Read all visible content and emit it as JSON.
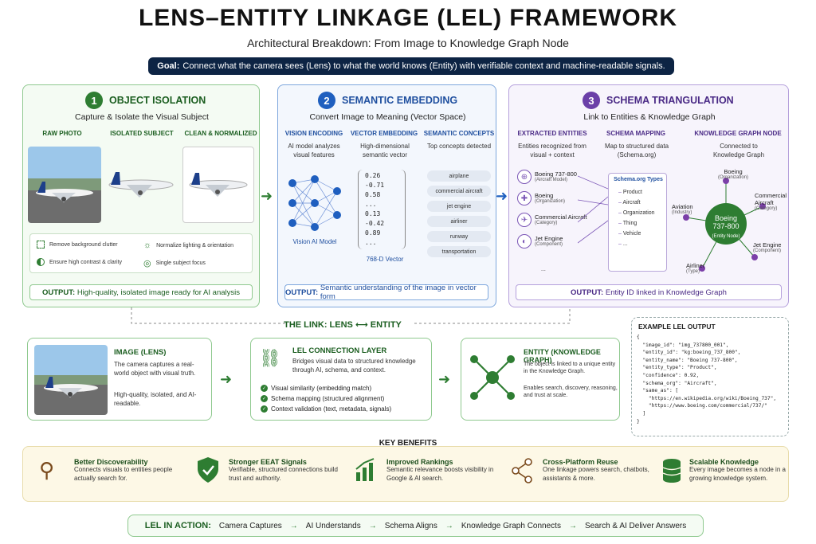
{
  "header": {
    "title": "LENS–ENTITY LINKAGE (LEL) FRAMEWORK",
    "subtitle": "Architectural Breakdown: From Image to Knowledge Graph Node",
    "goal_label": "Goal:",
    "goal_text": "Connect what the camera sees (Lens) to what the world knows (Entity) with verifiable context and machine-readable signals."
  },
  "stage1": {
    "number": "1",
    "title": "OBJECT ISOLATION",
    "subtitle": "Capture & Isolate the Visual Subject",
    "columns": [
      "RAW PHOTO",
      "ISOLATED SUBJECT",
      "CLEAN & NORMALIZED"
    ],
    "checks": [
      "Remove background clutter",
      "Normalize lighting & orientation",
      "Ensure high contrast & clarity",
      "Single subject focus"
    ],
    "output_label": "OUTPUT:",
    "output_text": "High-quality, isolated image ready for AI analysis"
  },
  "stage2": {
    "number": "2",
    "title": "SEMANTIC EMBEDDING",
    "subtitle": "Convert Image to Meaning (Vector Space)",
    "col1_title": "VISION ENCODING",
    "col1_desc": "AI model analyzes visual features",
    "col1_caption": "Vision AI Model",
    "col2_title": "VECTOR EMBEDDING",
    "col2_desc": "High-dimensional semantic vector",
    "vector": [
      "0.26",
      "-0.71",
      "0.58",
      "...",
      "0.13",
      "-0.42",
      "0.89",
      "..."
    ],
    "vector_caption": "768-D Vector",
    "col3_title": "SEMANTIC CONCEPTS",
    "col3_desc": "Top concepts detected",
    "concepts": [
      "airplane",
      "commercial aircraft",
      "jet engine",
      "airliner",
      "runway",
      "transportation"
    ],
    "output_label": "OUTPUT:",
    "output_text": "Semantic understanding of the image in vector form"
  },
  "stage3": {
    "number": "3",
    "title": "SCHEMA TRIANGULATION",
    "subtitle": "Link to Entities & Knowledge Graph",
    "col1_title": "EXTRACTED ENTITIES",
    "col1_desc": "Entities recognized from visual + context",
    "entities": [
      {
        "name": "Boeing 737-800",
        "type": "(Aircraft Model)"
      },
      {
        "name": "Boeing",
        "type": "(Organization)"
      },
      {
        "name": "Commercial Aircraft",
        "type": "(Category)"
      },
      {
        "name": "Jet Engine",
        "type": "(Component)"
      }
    ],
    "entities_more": "...",
    "col2_title": "SCHEMA MAPPING",
    "col2_desc": "Map to structured data (Schema.org)",
    "schema_box_title": "Schema.org Types",
    "schema_types": [
      "Product",
      "Aircraft",
      "Organization",
      "Thing",
      "Vehicle",
      "..."
    ],
    "col3_title": "KNOWLEDGE GRAPH NODE",
    "col3_desc": "Connected to Knowledge Graph",
    "kg_center": "Boeing 737-800",
    "kg_center_type": "(Entity Node)",
    "kg_nodes": [
      {
        "name": "Boeing",
        "type": "(Organization)"
      },
      {
        "name": "Commercial Aircraft",
        "type": "(Category)"
      },
      {
        "name": "Jet Engine",
        "type": "(Component)"
      },
      {
        "name": "Airliner",
        "type": "(Type)"
      },
      {
        "name": "Aviation",
        "type": "(Industry)"
      }
    ],
    "output_label": "OUTPUT:",
    "output_text": "Entity ID linked in Knowledge Graph"
  },
  "link": {
    "title": "THE LINK: LENS ⟷ ENTITY",
    "image_title": "IMAGE (LENS)",
    "image_desc1": "The camera captures a real-world object with visual truth.",
    "image_desc2": "High-quality, isolated, and AI-readable.",
    "layer_title": "LEL CONNECTION LAYER",
    "layer_desc": "Bridges visual data to structured knowledge through AI, schema, and context.",
    "layer_checks": [
      "Visual similarity (embedding match)",
      "Schema mapping (structured alignment)",
      "Context validation (text, metadata, signals)"
    ],
    "entity_title": "ENTITY (KNOWLEDGE GRAPH)",
    "entity_desc1": "The object is linked to a unique entity in the Knowledge Graph.",
    "entity_desc2": "Enables search, discovery, reasoning, and trust at scale."
  },
  "example": {
    "title": "EXAMPLE LEL OUTPUT",
    "code": "{\n  \"image_id\": \"img_737800_001\",\n  \"entity_id\": \"kg:boeing_737_800\",\n  \"entity_name\": \"Boeing 737-800\",\n  \"entity_type\": \"Product\",\n  \"confidence\": 0.92,\n  \"schema_org\": \"Aircraft\",\n  \"same_as\": [\n    \"https://en.wikipedia.org/wiki/Boeing_737\",\n    \"https://www.boeing.com/commercial/737/\"\n  ]\n}"
  },
  "benefits": {
    "title": "KEY BENEFITS",
    "items": [
      {
        "title": "Better Discoverability",
        "desc": "Connects visuals to entities people actually search for."
      },
      {
        "title": "Stronger EEAT Signals",
        "desc": "Verifiable, structured connections build trust and authority."
      },
      {
        "title": "Improved Rankings",
        "desc": "Semantic relevance boosts visibility in Google & AI search."
      },
      {
        "title": "Cross-Platform Reuse",
        "desc": "One linkage powers search, chatbots, assistants & more."
      },
      {
        "title": "Scalable Knowledge",
        "desc": "Every image becomes a node in a growing knowledge system."
      }
    ]
  },
  "action": {
    "label": "LEL IN ACTION:",
    "steps": [
      "Camera Captures",
      "AI Understands",
      "Schema Aligns",
      "Knowledge Graph Connects",
      "Search & AI Deliver Answers"
    ]
  },
  "colors": {
    "green": "#2e7d32",
    "blue": "#1f5fbf",
    "purple": "#6b3fa8",
    "navy": "#0d2444"
  }
}
